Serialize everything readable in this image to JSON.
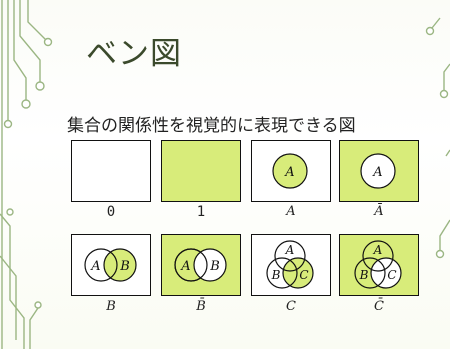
{
  "slide": {
    "title": "ベン図",
    "subtitle": "集合の関係性を視覚的に表現できる図",
    "accent_color": "#d8ec7a",
    "line_color": "#8aa86a"
  },
  "diagrams": [
    {
      "caption": "0"
    },
    {
      "caption": "1"
    },
    {
      "caption": "A",
      "circle_labels": [
        "A"
      ]
    },
    {
      "caption": "Ā",
      "circle_labels": [
        "A"
      ]
    },
    {
      "caption": "B",
      "circle_labels": [
        "A",
        "B"
      ]
    },
    {
      "caption": "B̄",
      "circle_labels": [
        "A",
        "B"
      ]
    },
    {
      "caption": "C",
      "circle_labels": [
        "A",
        "B",
        "C"
      ]
    },
    {
      "caption": "C̄",
      "circle_labels": [
        "A",
        "B",
        "C"
      ]
    }
  ]
}
